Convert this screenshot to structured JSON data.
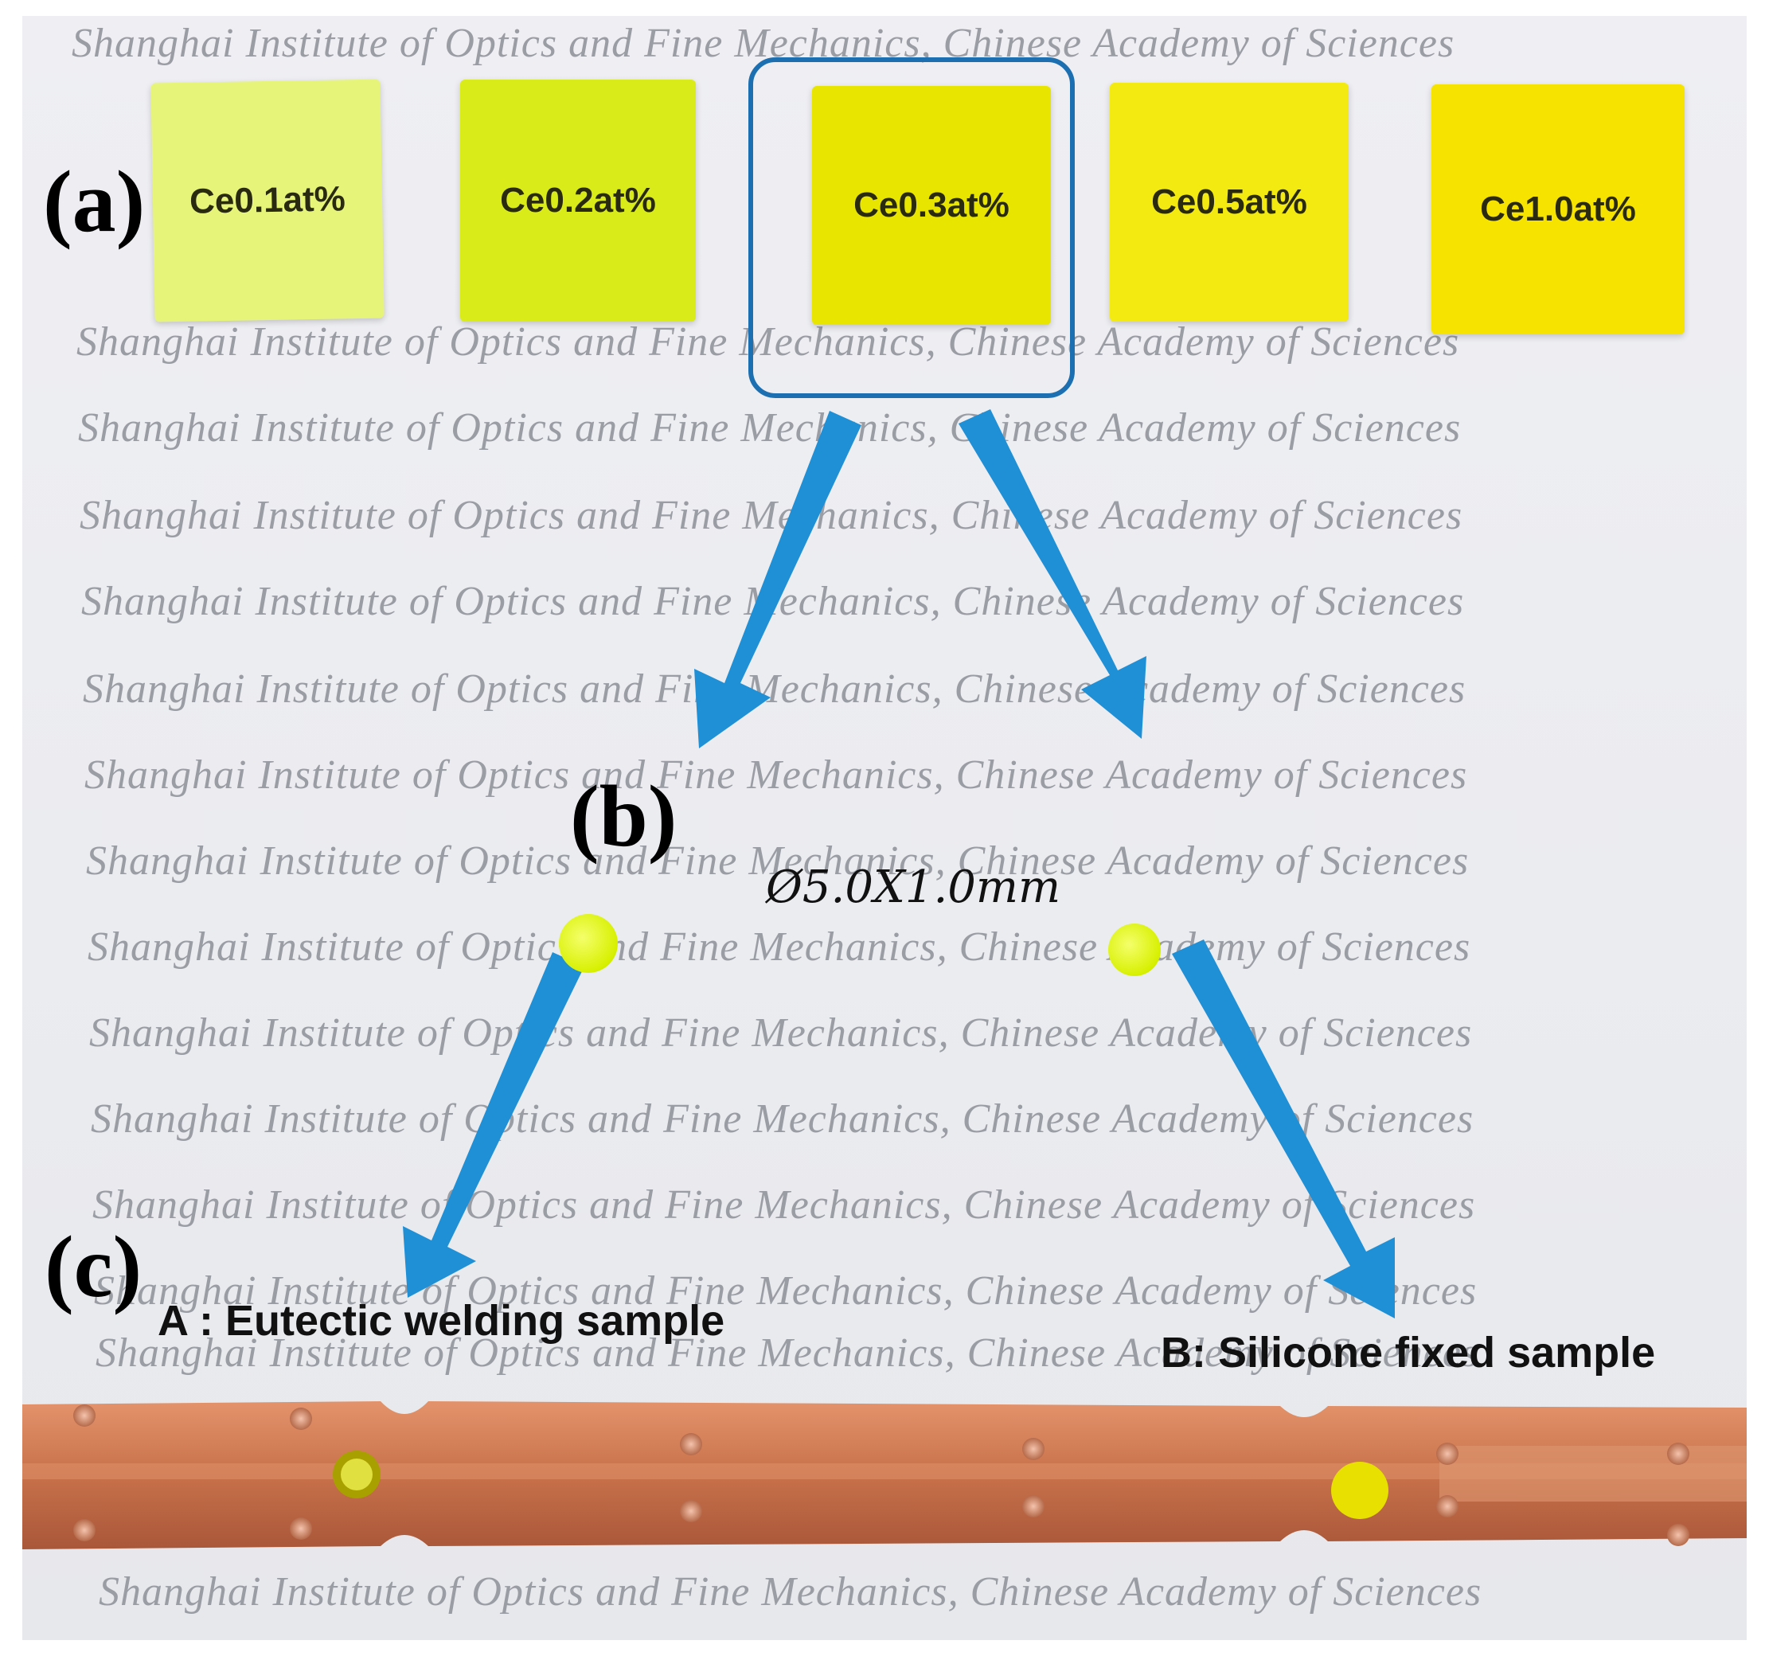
{
  "watermark_text": "Shanghai Institute of Optics and Fine Mechanics, Chinese Academy of Sciences",
  "panels": {
    "a": "(a)",
    "b": "(b)",
    "c": "(c)"
  },
  "samples": [
    {
      "label": "Ce0.1at%",
      "color": "#e6f57a"
    },
    {
      "label": "Ce0.2at%",
      "color": "#d9ec1a"
    },
    {
      "label": "Ce0.3at%",
      "color": "#e8e600"
    },
    {
      "label": "Ce0.5at%",
      "color": "#f2ea10"
    },
    {
      "label": "Ce1.0at%",
      "color": "#f6e400"
    }
  ],
  "dimension": "Ø5.0X1.0mm",
  "captions": {
    "a_sample": "A : Eutectic welding sample",
    "b_sample": "B: Silicone fixed sample"
  },
  "colors": {
    "arrow": "#1f8fd6",
    "highlight": "#1c6fb0",
    "copper": "#c8714a"
  }
}
